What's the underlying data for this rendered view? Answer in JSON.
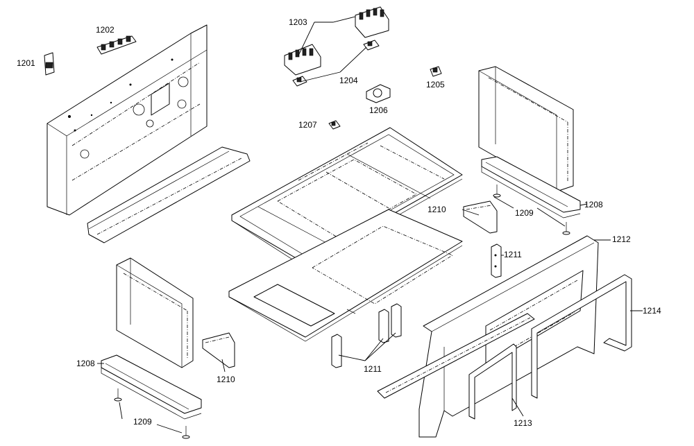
{
  "labels": {
    "p1201": "1201",
    "p1202": "1202",
    "p1203": "1203",
    "p1204": "1204",
    "p1205": "1205",
    "p1206": "1206",
    "p1207": "1207",
    "p1208_right": "1208",
    "p1208_left": "1208",
    "p1209_right": "1209",
    "p1209_left": "1209",
    "p1210_right": "1210",
    "p1210_left": "1210",
    "p1211_right": "1211",
    "p1211_bottom": "1211",
    "p1212": "1212",
    "p1213": "1213",
    "p1214": "1214"
  }
}
